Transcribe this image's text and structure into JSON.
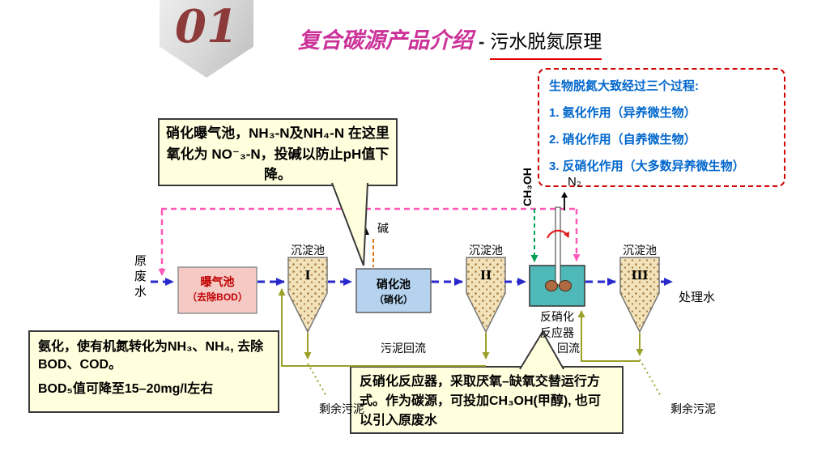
{
  "header": {
    "section_number": "01",
    "title_highlight": "复合碳源产品介绍",
    "title_separator": "-",
    "title_rest": "污水脱氮原理"
  },
  "info_box": {
    "heading": "生物脱氮大致经过三个过程:",
    "items": [
      "1. 氨化作用（异养微生物）",
      "2. 硝化作用（自养微生物）",
      "3. 反硝化作用（大多数异养微生物）"
    ]
  },
  "callouts": {
    "nitrification": "硝化曝气池，NH₃-N及NH₄-N 在这里氧化为 NO⁻₃-N，投碱以防止pH值下降。",
    "ammonification_p1": "氨化，使有机氮转化为NH₃、NH₄, 去除BOD、COD。",
    "ammonification_p2": "BOD₅值可降至15–20mg/l左右",
    "denitrification": "反硝化反应器，采取厌氧–缺氧交替运行方式。作为碳源，可投加CH₃OH(甲醇), 也可以引入原废水"
  },
  "diagram": {
    "raw_water": "原废水",
    "aeration_tank": "曝气池",
    "aeration_tank_sub": "（去除BOD）",
    "clarifier": "沉淀池",
    "clarifier_1": "I",
    "clarifier_2": "II",
    "clarifier_3": "III",
    "alkali": "碱",
    "nitrification_tank": "硝化池",
    "nitrification_tank_sub": "（硝化）",
    "denit_reactor_line1": "反硝化",
    "denit_reactor_line2": "反应器",
    "methanol": "CH₃OH",
    "nitrogen_gas": "N₂",
    "treated_water": "处理水",
    "sludge_return": "污泥回流",
    "return_label": "回流",
    "excess_sludge_left": "剩余污泥",
    "excess_sludge_right": "剩余污泥"
  },
  "colors": {
    "title_accent": "#CC3399",
    "underline_red": "#E00000",
    "info_border_red": "#D00000",
    "info_text_blue": "#0066CC",
    "callout_bg": "#FFFFDE",
    "aeration_fill": "#F5C9C4",
    "aeration_text": "#C00000",
    "nitrification_fill": "#B5D3EF",
    "reactor_fill": "#4FB9B9",
    "clarifier_fill": "#F2E2BA",
    "flow_blue": "#2828CC",
    "recycle_pink": "#FF59B8",
    "sludge_olive": "#9AA028",
    "methanol_green": "#00A050",
    "alkali_orange": "#E07818",
    "section_number_color": "#8C3A3A"
  }
}
